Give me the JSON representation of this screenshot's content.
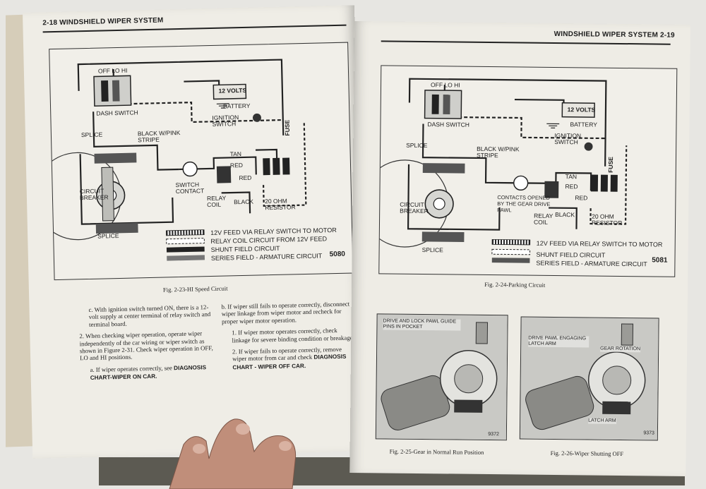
{
  "left_page": {
    "running_head": "2-18 WINDSHIELD WIPER SYSTEM",
    "figure": {
      "switch_positions": "OFF  LO  HI",
      "labels": {
        "dash_switch": "DASH SWITCH",
        "battery_voltage": "12 VOLTS",
        "battery": "BATTERY",
        "ignition_switch": "IGNITION SWITCH",
        "splice_top": "SPLICE",
        "black_pink": "BLACK W/PINK STRIPE",
        "fuse": "FUSE",
        "tan": "TAN",
        "red1": "RED",
        "red2": "RED",
        "circuit_breaker": "CIRCUIT BREAKER",
        "switch_contact": "SWITCH CONTACT",
        "relay_coil": "RELAY COIL",
        "black": "BLACK",
        "resistor": "20 OHM RESISTOR",
        "splice_bottom": "SPLICE"
      },
      "legend": [
        "12V FEED VIA RELAY SWITCH TO MOTOR",
        "RELAY COIL CIRCUIT FROM 12V FEED",
        "SHUNT FIELD CIRCUIT",
        "SERIES FIELD - ARMATURE CIRCUIT"
      ],
      "number": "5080",
      "caption": "Fig. 2-23-HI Speed Circuit"
    },
    "col1": {
      "c_text": "c.  With ignition switch turned ON, there is a 12-volt supply at center terminal of relay switch and terminal board.",
      "step2": "2.  When checking wiper operation, operate wiper independently of the car wiring or wiper switch as shown in Figure 2-31. Check wiper operation in OFF, LO and HI positions.",
      "a_text": "a.  If wiper operates correctly, see",
      "a_bold": "DIAGNOSIS CHART-WIPER ON CAR."
    },
    "col2": {
      "b_text": "b.  If wiper still fails to operate correctly, disconnect wiper linkage from wiper motor and recheck for proper wiper motor operation.",
      "step1": "1.  If wiper motor operates correctly, check linkage for severe binding condition or breakage.",
      "step2": "2.  If wiper fails to operate correctly, remove wiper motor from car and check",
      "step2_bold": "DIAGNOSIS CHART - WIPER OFF CAR."
    }
  },
  "right_page": {
    "running_head": "WINDSHIELD WIPER SYSTEM 2-19",
    "figure": {
      "switch_positions": "OFF  LO  HI",
      "labels": {
        "dash_switch": "DASH SWITCH",
        "battery_voltage": "12 VOLTS",
        "battery": "BATTERY",
        "ignition_switch": "IGNITION SWITCH",
        "splice_top": "SPLICE",
        "black_pink": "BLACK W/PINK STRIPE",
        "fuse": "FUSE",
        "tan": "TAN",
        "red1": "RED",
        "red2": "RED",
        "contacts": "CONTACTS OPENED BY THE GEAR DRIVE PAWL",
        "circuit_breaker": "CIRCUIT BREAKER",
        "relay_coil": "RELAY COIL",
        "black": "BLACK",
        "resistor": "20 OHM RESISTOR",
        "splice_bottom": "SPLICE"
      },
      "legend": [
        "12V FEED VIA RELAY SWITCH TO MOTOR",
        "SHUNT FIELD CIRCUIT",
        "SERIES FIELD - ARMATURE CIRCUIT"
      ],
      "number": "5081",
      "caption": "Fig. 2-24-Parking Circuit"
    },
    "photo1": {
      "label": "DRIVE AND LOCK PAWL GUIDE PINS IN POCKET",
      "number": "9372",
      "caption": "Fig. 2-25-Gear in Normal Run Position"
    },
    "photo2": {
      "label1": "DRIVE PAWL ENGAGING LATCH ARM",
      "label2": "GEAR ROTATION",
      "label3": "LATCH ARM",
      "number": "9373",
      "caption": "Fig. 2-26-Wiper Shutting OFF"
    }
  }
}
